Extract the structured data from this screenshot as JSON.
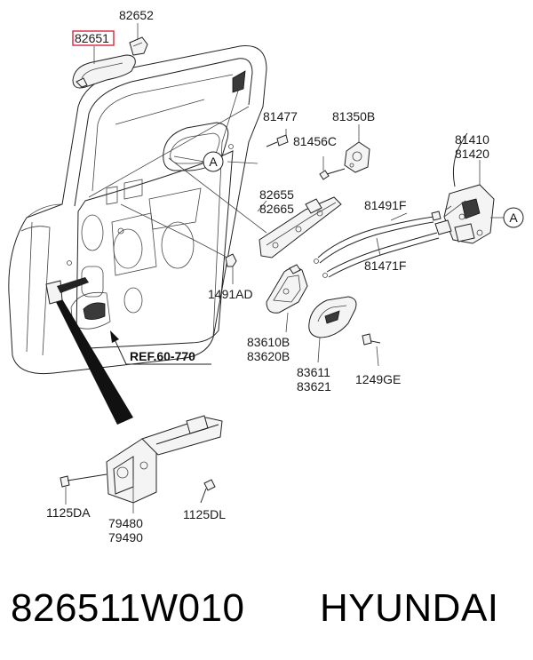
{
  "diagram": {
    "labels": [
      {
        "id": "82652",
        "text": "82652"
      },
      {
        "id": "82651",
        "text": "82651",
        "highlight": true
      },
      {
        "id": "81477",
        "text": "81477"
      },
      {
        "id": "81350B",
        "text": "81350B"
      },
      {
        "id": "81456C",
        "text": "81456C"
      },
      {
        "id": "81410",
        "text": "81410"
      },
      {
        "id": "81420",
        "text": "81420"
      },
      {
        "id": "82655",
        "text": "82655"
      },
      {
        "id": "82665",
        "text": "82665"
      },
      {
        "id": "81491F",
        "text": "81491F"
      },
      {
        "id": "81471F",
        "text": "81471F"
      },
      {
        "id": "1491AD",
        "text": "1491AD"
      },
      {
        "id": "83610B",
        "text": "83610B"
      },
      {
        "id": "83620B",
        "text": "83620B"
      },
      {
        "id": "83611",
        "text": "83611"
      },
      {
        "id": "83621",
        "text": "83621"
      },
      {
        "id": "1249GE",
        "text": "1249GE"
      },
      {
        "id": "ref",
        "text": "REF.60-770"
      },
      {
        "id": "1125DA",
        "text": "1125DA"
      },
      {
        "id": "79480",
        "text": "79480"
      },
      {
        "id": "79490",
        "text": "79490"
      },
      {
        "id": "1125DL",
        "text": "1125DL"
      }
    ],
    "callouts": [
      {
        "id": "a-left",
        "text": "A"
      },
      {
        "id": "a-right",
        "text": "A"
      }
    ],
    "highlight_color": "#d9263a"
  },
  "footer": {
    "part_number": "826511W010",
    "brand": "HYUNDAI"
  }
}
